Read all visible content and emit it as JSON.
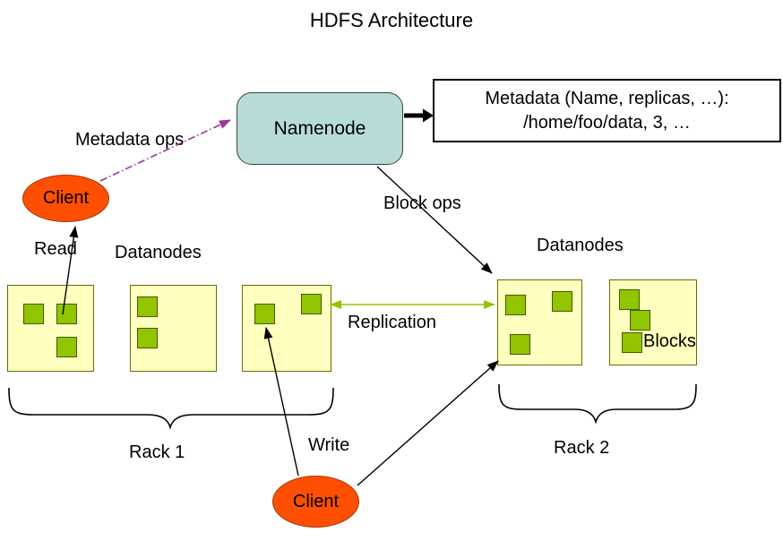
{
  "title": "HDFS Architecture",
  "nodes": {
    "namenode": "Namenode",
    "client_left": "Client",
    "client_bottom": "Client"
  },
  "metadata_note": {
    "line1": "Metadata (Name, replicas, …):",
    "line2": "/home/foo/data, 3, …"
  },
  "labels": {
    "metadata_ops": "Metadata ops",
    "block_ops": "Block ops",
    "read": "Read",
    "write": "Write",
    "replication": "Replication",
    "datanodes_left": "Datanodes",
    "datanodes_right": "Datanodes",
    "blocks": "Blocks",
    "rack1": "Rack 1",
    "rack2": "Rack 2"
  },
  "racks": [
    {
      "name": "Rack 1",
      "datanodes": 3,
      "blocks_per_datanode": [
        3,
        2,
        2
      ]
    },
    {
      "name": "Rack 2",
      "datanodes": 2,
      "blocks_per_datanode": [
        3,
        3
      ]
    }
  ],
  "edges": [
    {
      "from": "client_left",
      "to": "namenode",
      "label": "Metadata ops",
      "style": "dash-dot purple arrow"
    },
    {
      "from": "namenode",
      "to": "metadata_note",
      "label": "",
      "style": "thick black arrow"
    },
    {
      "from": "namenode",
      "to": "rack2-datanode-1",
      "label": "Block ops",
      "style": "black arrow"
    },
    {
      "from": "rack1-datanode-1",
      "to": "client_left",
      "label": "Read",
      "style": "black arrow"
    },
    {
      "from": "client_bottom",
      "to": "rack1-datanode-3",
      "label": "Write",
      "style": "black arrow"
    },
    {
      "from": "client_bottom",
      "to": "rack2-datanode-1",
      "label": "Write",
      "style": "black arrow"
    },
    {
      "from": "rack1-datanode-3",
      "to": "rack2-datanode-1",
      "label": "Replication",
      "style": "green double arrow"
    }
  ],
  "colors": {
    "namenode_fill": "#b7dbd8",
    "namenode_border": "#404040",
    "client_fill": "#ff4f02",
    "client_border": "#a63500",
    "datanode_fill": "#ffffc0",
    "datanode_border": "#6b6b00",
    "block_fill": "#92c400",
    "block_border": "#405c00",
    "replication": "#92c400",
    "metadata_ops": "#993399",
    "line": "#000000"
  }
}
